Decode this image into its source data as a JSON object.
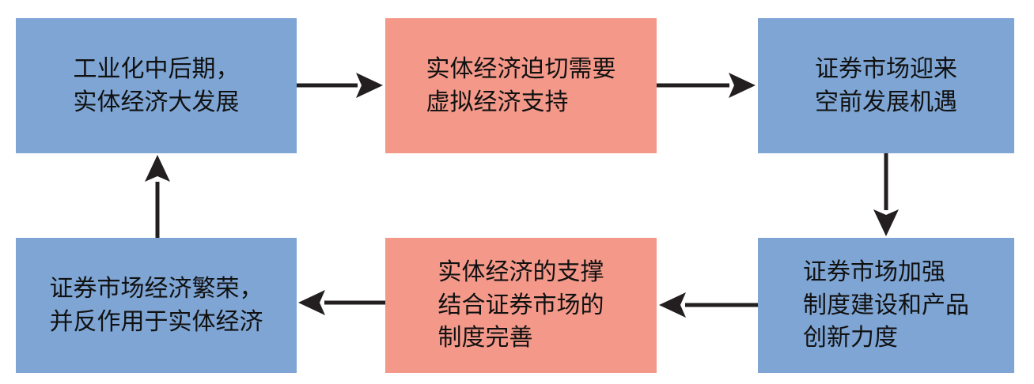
{
  "colors": {
    "blue": "#7ea5d4",
    "salmon": "#f4998a",
    "arrow": "#231f20"
  },
  "boxes": {
    "b1": "工业化中后期，\n实体经济大发展",
    "b2": "实体经济迫切需要\n虚拟经济支持",
    "b3": "证券市场迎来\n空前发展机遇",
    "b4": "证券市场加强\n制度建设和产品\n创新力度",
    "b5": "实体经济的支撑\n结合证券市场的\n制度完善",
    "b6": "证券市场经济繁荣，\n并反作用于实体经济"
  }
}
